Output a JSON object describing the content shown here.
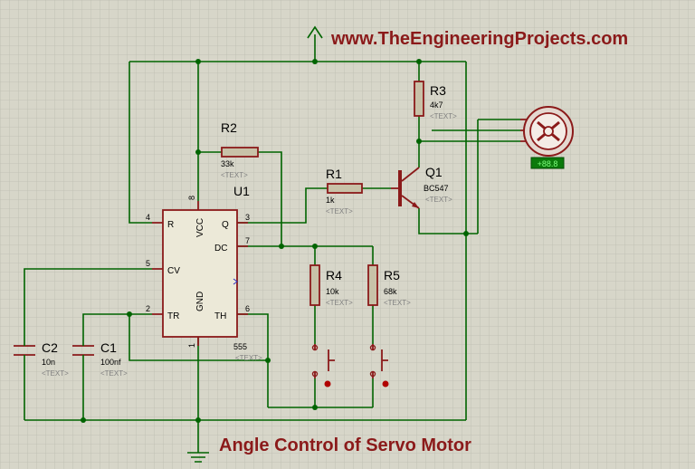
{
  "header": {
    "website": "www.TheEngineeringProjects.com"
  },
  "footer": {
    "caption": "Angle Control of Servo Motor"
  },
  "ic": {
    "ref": "U1",
    "part": "555",
    "text": "<TEXT>",
    "pin_labels": {
      "R": "R",
      "VCC": "VCC",
      "Q": "Q",
      "DC": "DC",
      "CV": "CV",
      "TR": "TR",
      "GND": "GND",
      "TH": "TH"
    },
    "pin_numbers": {
      "R": "4",
      "VCC": "8",
      "Q": "3",
      "DC": "7",
      "CV": "5",
      "TR": "2",
      "GND": "1",
      "TH": "6"
    }
  },
  "components": {
    "R1": {
      "ref": "R1",
      "value": "1k",
      "text": "<TEXT>"
    },
    "R2": {
      "ref": "R2",
      "value": "33k",
      "text": "<TEXT>"
    },
    "R3": {
      "ref": "R3",
      "value": "4k7",
      "text": "<TEXT>"
    },
    "R4": {
      "ref": "R4",
      "value": "10k",
      "text": "<TEXT>"
    },
    "R5": {
      "ref": "R5",
      "value": "68k",
      "text": "<TEXT>"
    },
    "C1": {
      "ref": "C1",
      "value": "100nf",
      "text": "<TEXT>"
    },
    "C2": {
      "ref": "C2",
      "value": "10n",
      "text": "<TEXT>"
    },
    "Q1": {
      "ref": "Q1",
      "value": "BC547",
      "text": "<TEXT>"
    }
  },
  "motor": {
    "readout": "+88.8"
  },
  "colors": {
    "wire": "#006400",
    "component": "#8b1a1a",
    "title": "#8b1a1a",
    "background": "#d7d6c9",
    "grid": "#bdbcb0",
    "readout_bg": "#0b7a0b"
  }
}
